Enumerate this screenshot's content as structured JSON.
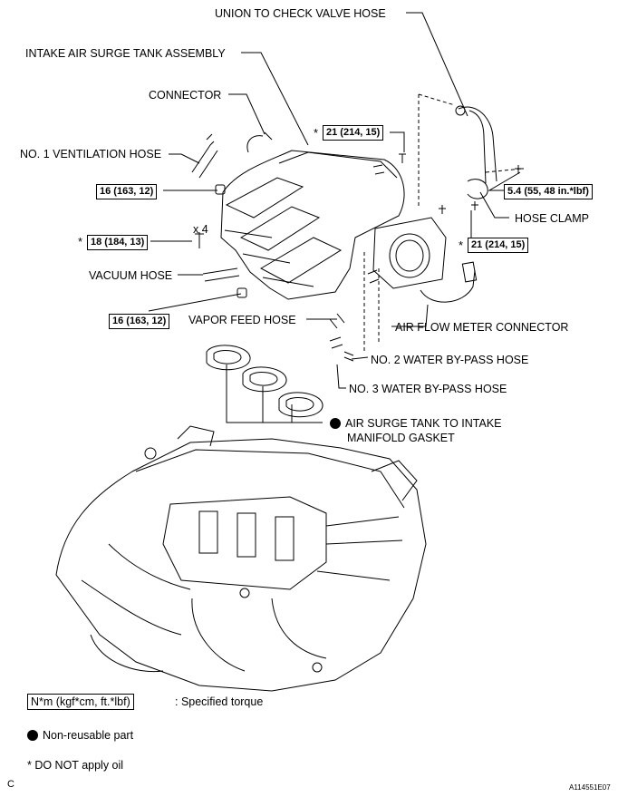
{
  "labels": {
    "union_hose": "UNION TO CHECK VALVE HOSE",
    "surge_tank": "INTAKE AIR SURGE TANK ASSEMBLY",
    "connector": "CONNECTOR",
    "vent_hose": "NO. 1 VENTILATION HOSE",
    "times4": "x 4",
    "vacuum_hose": "VACUUM HOSE",
    "vapor_hose": "VAPOR FEED HOSE",
    "air_flow": "AIR FLOW METER CONNECTOR",
    "water2": "NO. 2 WATER BY-PASS HOSE",
    "water3": "NO. 3 WATER BY-PASS HOSE",
    "gasket_line1": "AIR SURGE TANK TO INTAKE",
    "gasket_line2": "MANIFOLD GASKET",
    "hose_clamp": "HOSE CLAMP"
  },
  "torques": {
    "t21_top": "21 (214, 15)",
    "t54": "5.4 (55, 48 in.*lbf)",
    "t21_right": "21 (214, 15)",
    "t16_top": "16 (163, 12)",
    "t18": "18 (184, 13)",
    "t16_bottom": "16 (163, 12)"
  },
  "marks": {
    "asterisk": "*"
  },
  "legend": {
    "torque_box": "N*m (kgf*cm, ft.*lbf)",
    "torque_desc": ": Specified torque",
    "nonreusable": "Non-reusable part",
    "no_oil": "* DO NOT apply oil"
  },
  "footer": {
    "corner": "C",
    "figure_id": "A114551E07"
  }
}
